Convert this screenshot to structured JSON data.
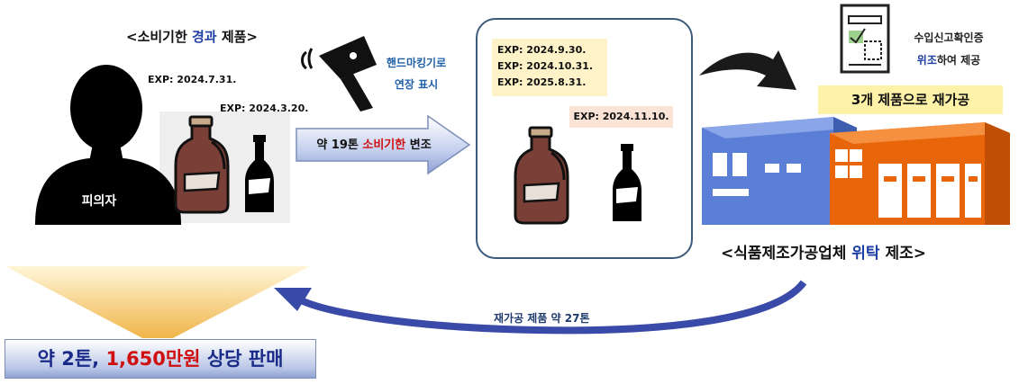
{
  "left": {
    "title_prefix": "<소비기한 ",
    "title_highlight": "경과",
    "title_suffix": " 제품>",
    "suspect_label": "피의자",
    "exp_large": "EXP: 2024.7.31.",
    "exp_small": "EXP: 2024.3.20."
  },
  "tool": {
    "line1": "핸드마킹기로",
    "line2": "연장 표시"
  },
  "arrow": {
    "prefix": "약 19톤 ",
    "highlight": "소비기한",
    "suffix": " 변조"
  },
  "middle": {
    "exp_list": [
      "EXP: 2024.9.30.",
      "EXP: 2024.10.31.",
      "EXP: 2025.8.31."
    ],
    "exp_single": "EXP: 2024.11.10."
  },
  "right": {
    "doc_line1": "수입신고확인증",
    "doc_line2_highlight": "위조",
    "doc_line2_suffix": "하여 제공",
    "reprocess_label": "3개 제품으로 재가공",
    "mfg_prefix": "<식품제조가공업체 ",
    "mfg_highlight": "위탁",
    "mfg_suffix": " 제조>"
  },
  "return_label": "재가공 제품 약 27톤",
  "sales": {
    "prefix": "약 2톤, ",
    "amount": "1,650만원",
    "suffix": " 상당 판매"
  },
  "colors": {
    "accent_blue": "#1f3fa6",
    "accent_red": "#d01010",
    "building_blue": "#5b7fd6",
    "building_orange": "#e8650a",
    "bottle_brown": "#7a3f36"
  },
  "icons": [
    "person-silhouette-icon",
    "growler-bottle-icon",
    "beer-bottle-icon",
    "hand-marking-gun-icon",
    "document-icon",
    "factory-building-icon",
    "curved-arrow-icon"
  ]
}
